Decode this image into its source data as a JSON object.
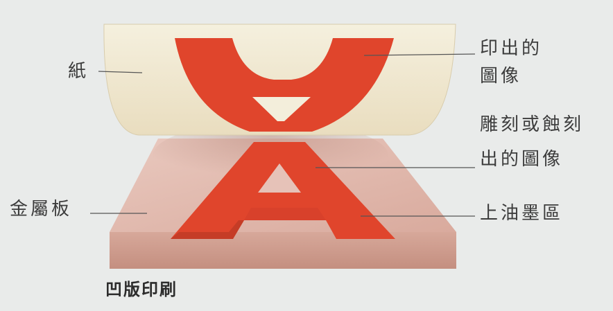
{
  "labels": {
    "paper": "紙",
    "printed_image_1": "印出的",
    "printed_image_2": "圖像",
    "engraved_image_1": "雕刻或蝕刻",
    "engraved_image_2": "出的圖像",
    "metal_plate": "金屬板",
    "inked_area": "上油墨區"
  },
  "caption": "凹版印刷",
  "colors": {
    "paper": "#f1ebd6",
    "plate": "#ddb3a8",
    "ink": "#e0452c"
  }
}
